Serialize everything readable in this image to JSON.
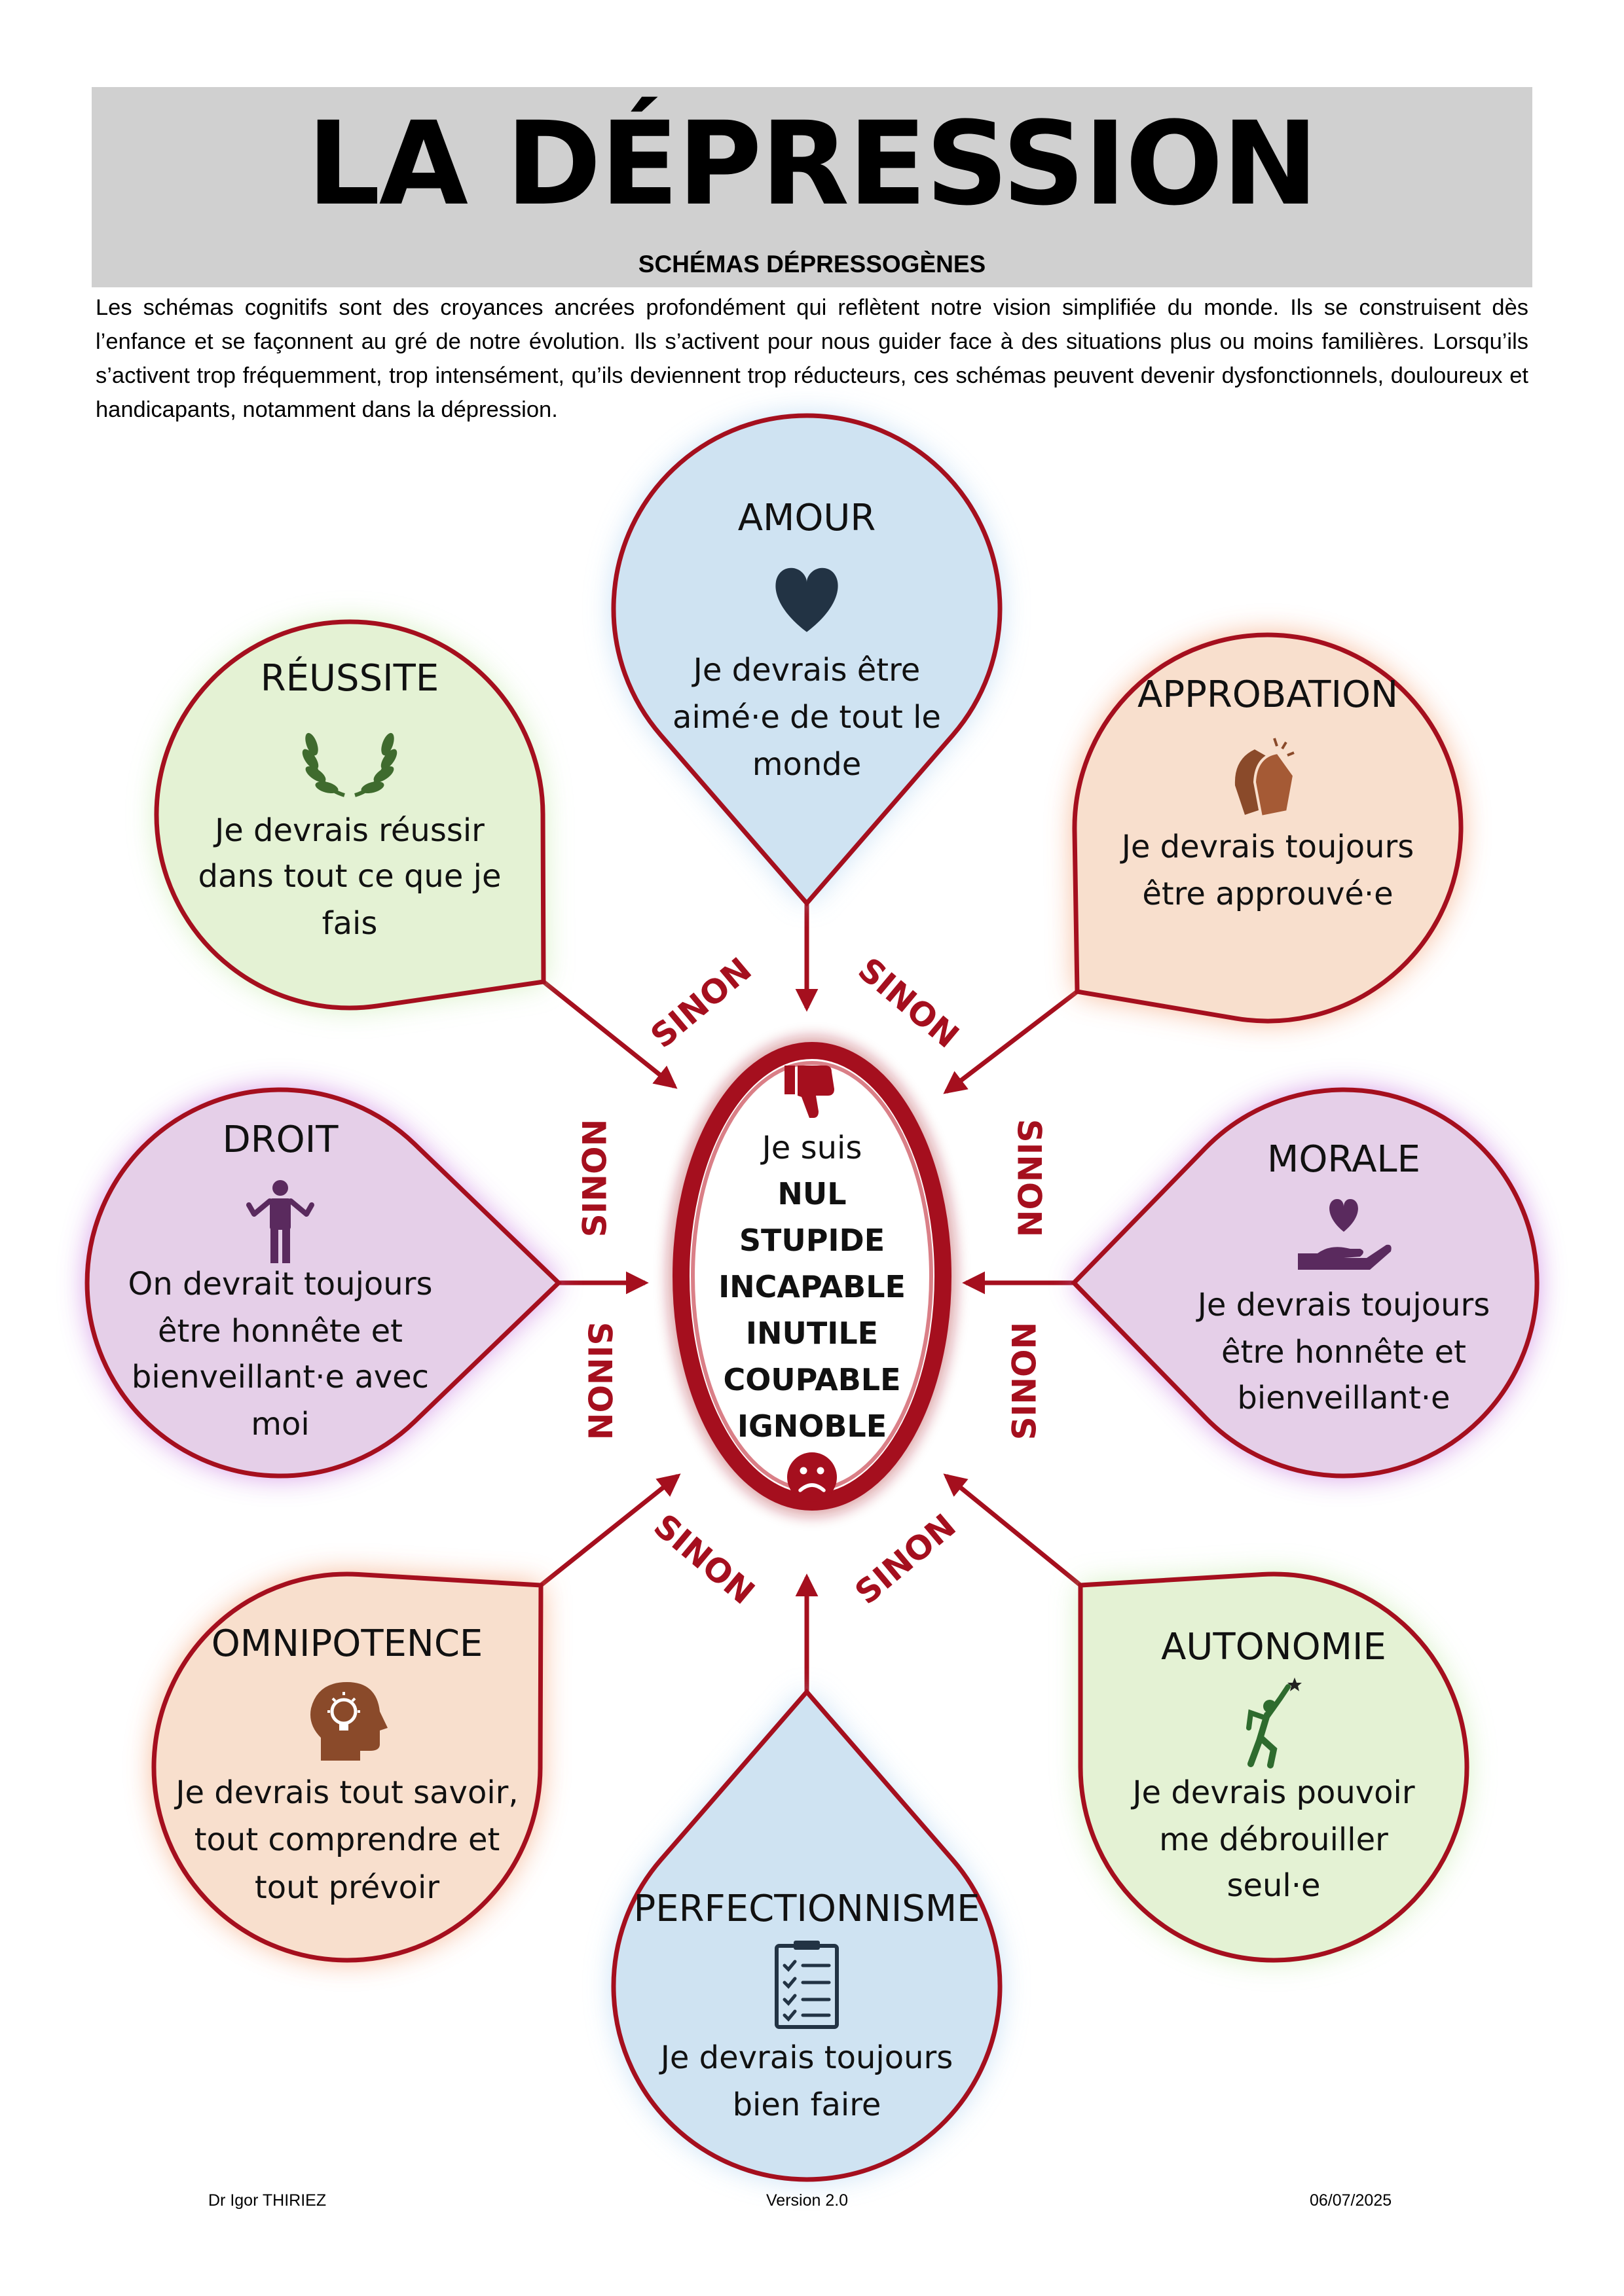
{
  "header": {
    "title": "LA DÉPRESSION",
    "subtitle": "SCHÉMAS DÉPRESSOGÈNES",
    "intro": " Les schémas cognitifs sont des croyances ancrées profondément qui reflètent notre vision simplifiée du monde. Ils se construisent dès l’enfance et se façonnent au gré de notre évolution. Ils s’activent pour nous guider face à des situations plus ou moins familières. Lorsqu’ils s’activent trop fréquemment, trop intensément, qu’ils deviennent trop réducteurs, ces schémas peuvent devenir dysfonctionnels, douloureux et handicapants, notamment dans la dépression."
  },
  "colors": {
    "stroke": "#a50f1e",
    "blue_fill": "#cfe3f2",
    "green_fill": "#e4f2d4",
    "orange_fill": "#f8dfcd",
    "purple_fill": "#e5cfe8",
    "blue_glow": "#b9d8f3",
    "green_glow": "#cbecb4",
    "orange_glow": "#f4a57a",
    "purple_glow": "#c97fe0"
  },
  "center": {
    "icon": "thumbs-down-icon",
    "lines": [
      "Je suis",
      "NUL",
      "STUPIDE",
      "INCAPABLE",
      "INUTILE",
      "COUPABLE",
      "IGNOBLE"
    ],
    "bottom_icon": "sad-face-icon"
  },
  "connector_label": "SINON",
  "schemas": [
    {
      "id": "amour",
      "title": "AMOUR",
      "icon": "heart-icon",
      "theme": "blue",
      "lines": [
        "Je devrais être",
        "aimé·e de tout le",
        "monde"
      ]
    },
    {
      "id": "reussite",
      "title": "RÉUSSITE",
      "icon": "laurel-wreath-icon",
      "theme": "green",
      "lines": [
        "Je devrais réussir",
        "dans tout ce que je",
        "fais"
      ]
    },
    {
      "id": "approbation",
      "title": "APPROBATION",
      "icon": "clapping-hands-icon",
      "theme": "orange",
      "lines": [
        "Je devrais toujours",
        "être approuvé·e"
      ]
    },
    {
      "id": "droit",
      "title": "DROIT",
      "icon": "person-shrug-icon",
      "theme": "purple",
      "lines": [
        "On devrait toujours",
        "être honnête et",
        "bienveillant·e avec",
        "moi"
      ]
    },
    {
      "id": "morale",
      "title": "MORALE",
      "icon": "hand-heart-icon",
      "theme": "purple",
      "lines": [
        "Je devrais toujours",
        "être honnête et",
        "bienveillant·e"
      ]
    },
    {
      "id": "omnipotence",
      "title": "OMNIPOTENCE",
      "icon": "head-lightbulb-icon",
      "theme": "orange",
      "lines": [
        "Je devrais tout savoir,",
        "tout comprendre et",
        "tout prévoir"
      ]
    },
    {
      "id": "autonomie",
      "title": "AUTONOMIE",
      "icon": "person-reaching-star-icon",
      "theme": "green",
      "lines": [
        "Je devrais pouvoir",
        "me débrouiller",
        "seul·e"
      ]
    },
    {
      "id": "perfectionnisme",
      "title": "PERFECTIONNISME",
      "icon": "checklist-icon",
      "theme": "blue",
      "lines": [
        "Je devrais toujours",
        "bien faire"
      ]
    }
  ],
  "footer": {
    "author": "Dr Igor THIRIEZ",
    "version": "Version 2.0",
    "date": "06/07/2025"
  }
}
